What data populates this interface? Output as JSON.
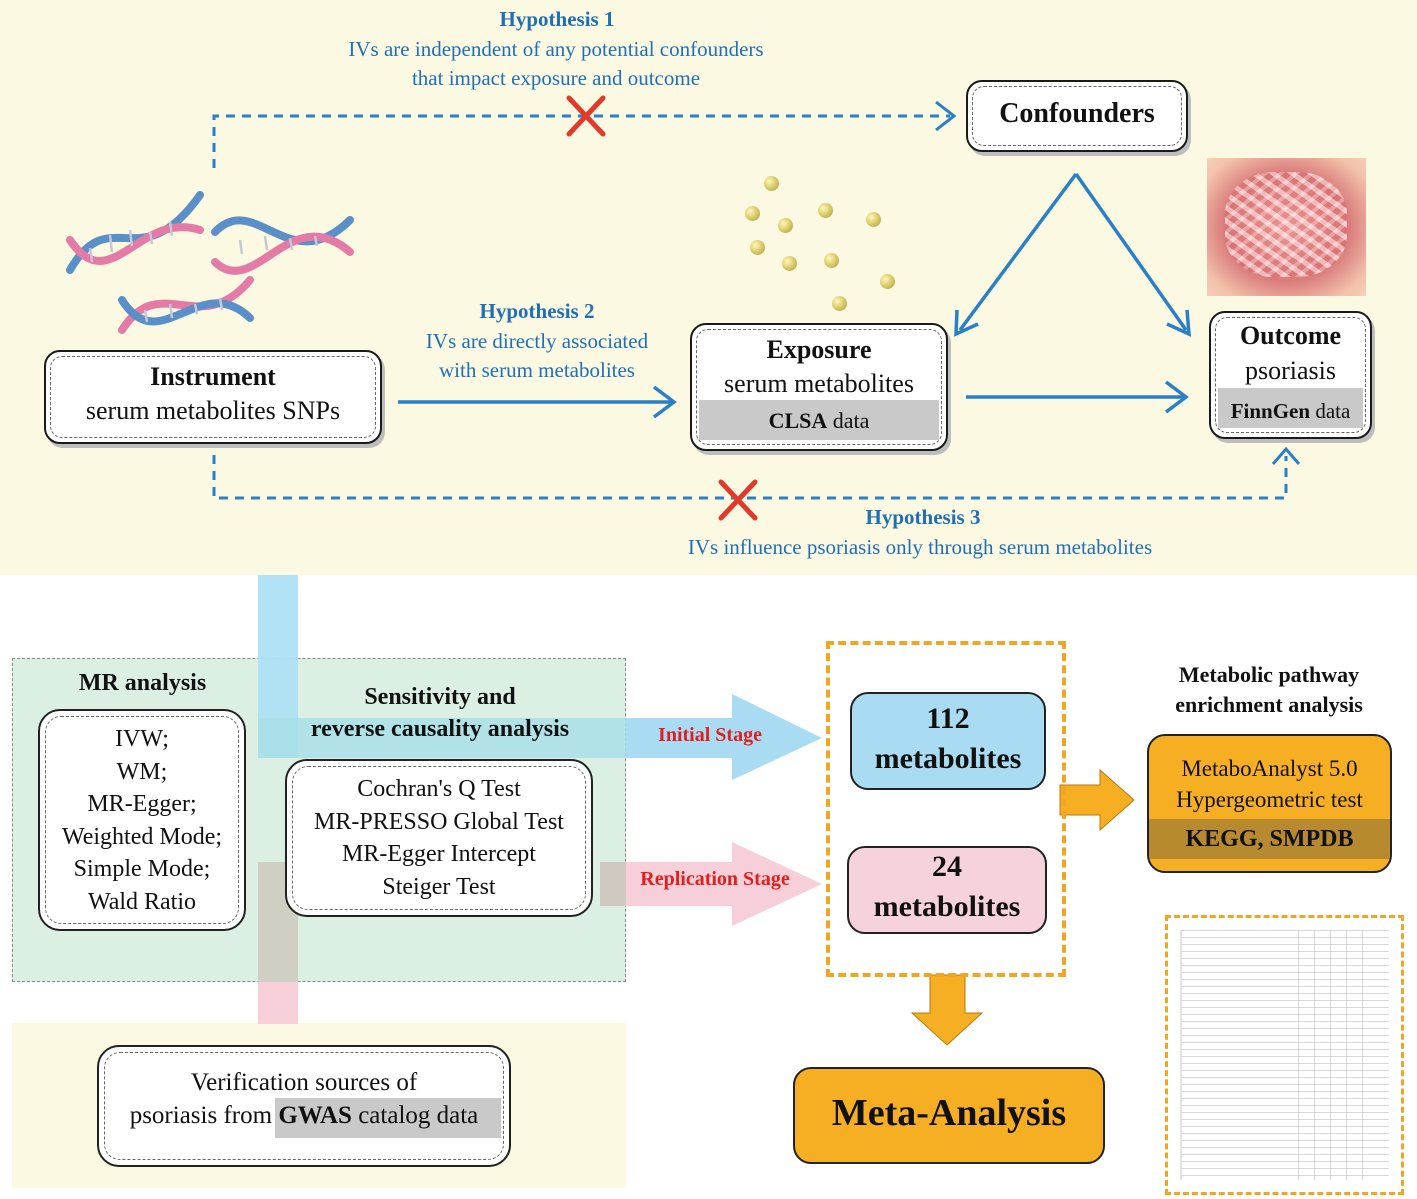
{
  "hypotheses": {
    "h1": {
      "title": "Hypothesis 1",
      "line1": "IVs are independent of any potential confounders",
      "line2": "that impact exposure and outcome"
    },
    "h2": {
      "title": "Hypothesis 2",
      "line1": "IVs are directly associated",
      "line2": "with serum metabolites"
    },
    "h3": {
      "title": "Hypothesis 3",
      "line1": "IVs influence psoriasis only through serum metabolites"
    }
  },
  "nodes": {
    "confounders": {
      "title": "Confounders"
    },
    "instrument": {
      "title": "Instrument",
      "subtitle": "serum metabolites SNPs"
    },
    "exposure": {
      "title": "Exposure",
      "subtitle": "serum metabolites",
      "data_bold": "CLSA",
      "data_rest": " data"
    },
    "outcome": {
      "title": "Outcome",
      "subtitle": "psoriasis",
      "data_bold": "FinnGen",
      "data_rest": " data"
    }
  },
  "mr_analysis": {
    "title": "MR analysis",
    "methods": [
      "IVW;",
      "WM;",
      "MR-Egger;",
      "Weighted Mode;",
      "Simple Mode;",
      "Wald Ratio"
    ]
  },
  "sensitivity": {
    "title_line1": "Sensitivity and",
    "title_line2": "reverse causality analysis",
    "tests": [
      "Cochran's Q Test",
      "MR-PRESSO Global Test",
      "MR-Egger Intercept",
      "Steiger Test"
    ]
  },
  "stages": {
    "initial": "Initial Stage",
    "replication": "Replication Stage"
  },
  "results": {
    "initial": {
      "count": "112",
      "label": "metabolites"
    },
    "replication": {
      "count": "24",
      "label": "metabolites"
    }
  },
  "pathway": {
    "title_line1": "Metabolic pathway",
    "title_line2": "enrichment analysis",
    "tool": "MetaboAnalyst 5.0",
    "test": "Hypergeometric test",
    "databases": "KEGG, SMPDB"
  },
  "verification": {
    "line1": "Verification sources of",
    "line2_prefix": "psoriasis from ",
    "line2_bold": "GWAS",
    "line2_rest": " catalog data"
  },
  "meta": {
    "label": "Meta-Analysis"
  },
  "colors": {
    "hypothesis_blue": "#1f6fb7",
    "cross_red": "#e23a2a",
    "orange": "#f6ae22",
    "stage_red": "#e02020"
  }
}
